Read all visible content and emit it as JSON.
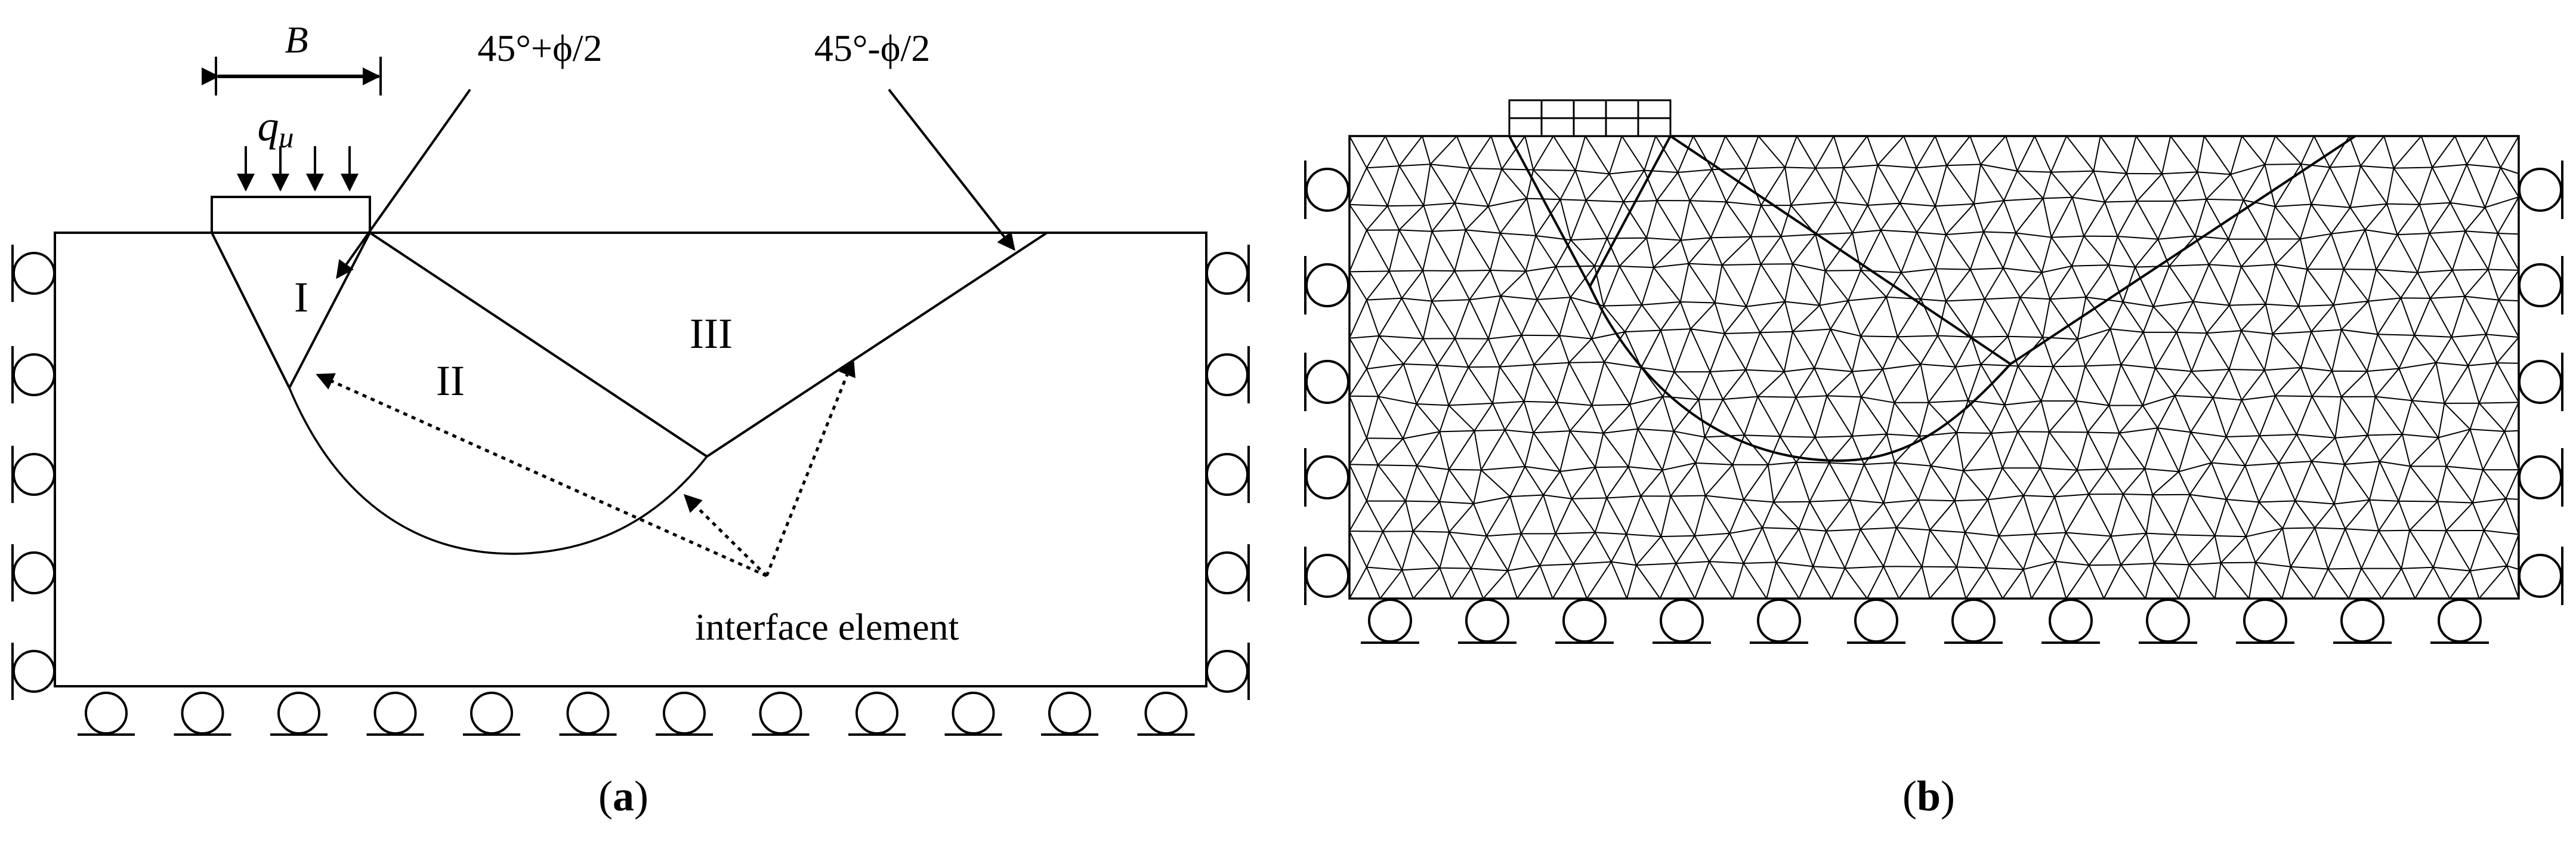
{
  "panel_a": {
    "width_label": "B",
    "load_label": "q",
    "load_subscript": "u",
    "angle_left": "45°+ϕ/2",
    "angle_right": "45°-ϕ/2",
    "zone_1": "I",
    "zone_2": "II",
    "zone_3": "III",
    "interface_label": "interface element",
    "caption_open": "(",
    "caption_letter": "a",
    "caption_close": ")"
  },
  "panel_b": {
    "caption_open": "(",
    "caption_letter": "b",
    "caption_close": ")"
  }
}
